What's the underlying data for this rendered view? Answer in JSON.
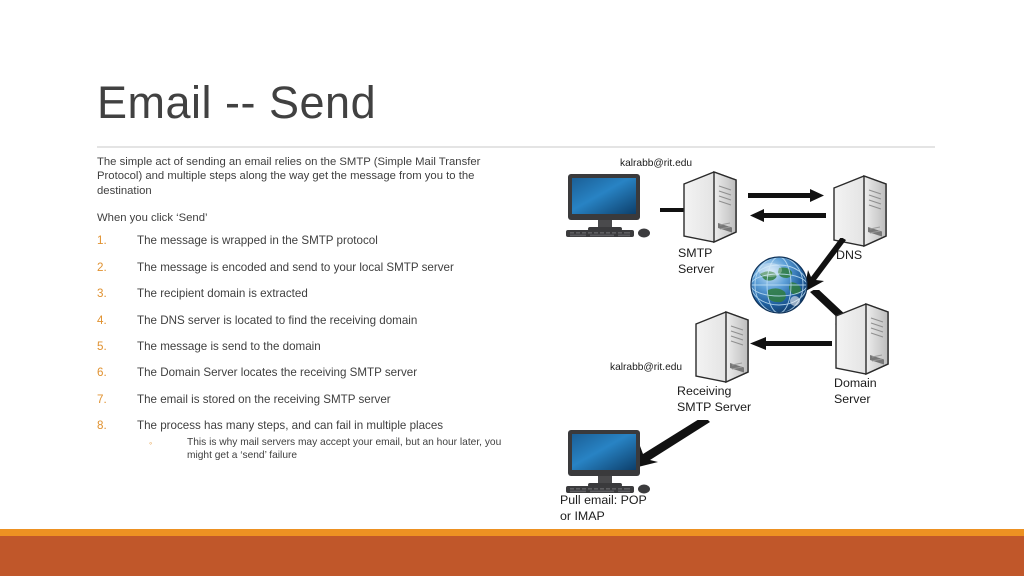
{
  "slide": {
    "title": "Email -- Send",
    "accent_orange": "#e0912f",
    "bar_light": "#ed9122",
    "bar_dark": "#c0572a"
  },
  "body": {
    "lead_paragraph": "The simple act of sending an email relies on the SMTP (Simple Mail Transfer Protocol) and multiple steps along the way get the message from you to the destination",
    "second_paragraph": "When you click ‘Send’",
    "steps": [
      {
        "number": "1.",
        "text": "The message is wrapped in the SMTP protocol"
      },
      {
        "number": "2.",
        "text": "The message is encoded and send to your local SMTP server"
      },
      {
        "number": "3.",
        "text": "The recipient domain is extracted"
      },
      {
        "number": "4.",
        "text": "The DNS server is located to find the receiving domain"
      },
      {
        "number": "5.",
        "text": "The message is send to the domain"
      },
      {
        "number": "6.",
        "text": "The Domain Server locates the receiving SMTP server"
      },
      {
        "number": "7.",
        "text": "The email is stored on the receiving SMTP server"
      },
      {
        "number": "8.",
        "text": "The process has many steps, and can fail in multiple places"
      }
    ],
    "substep": {
      "bullet": "◦",
      "text": "This is why mail servers may accept your email,  but an hour later, you might get a ‘send’ failure"
    }
  },
  "diagram": {
    "sender_address": "kalrabb@rit.edu",
    "receiver_address": "kalrabb@rit.edu",
    "labels": {
      "smtp_server": "SMTP\nServer",
      "dns": "DNS",
      "domain_server": "Domain\nServer",
      "receiving_smtp_server": "Receiving\nSMTP Server",
      "pull_email": "Pull email: POP\nor IMAP"
    }
  }
}
